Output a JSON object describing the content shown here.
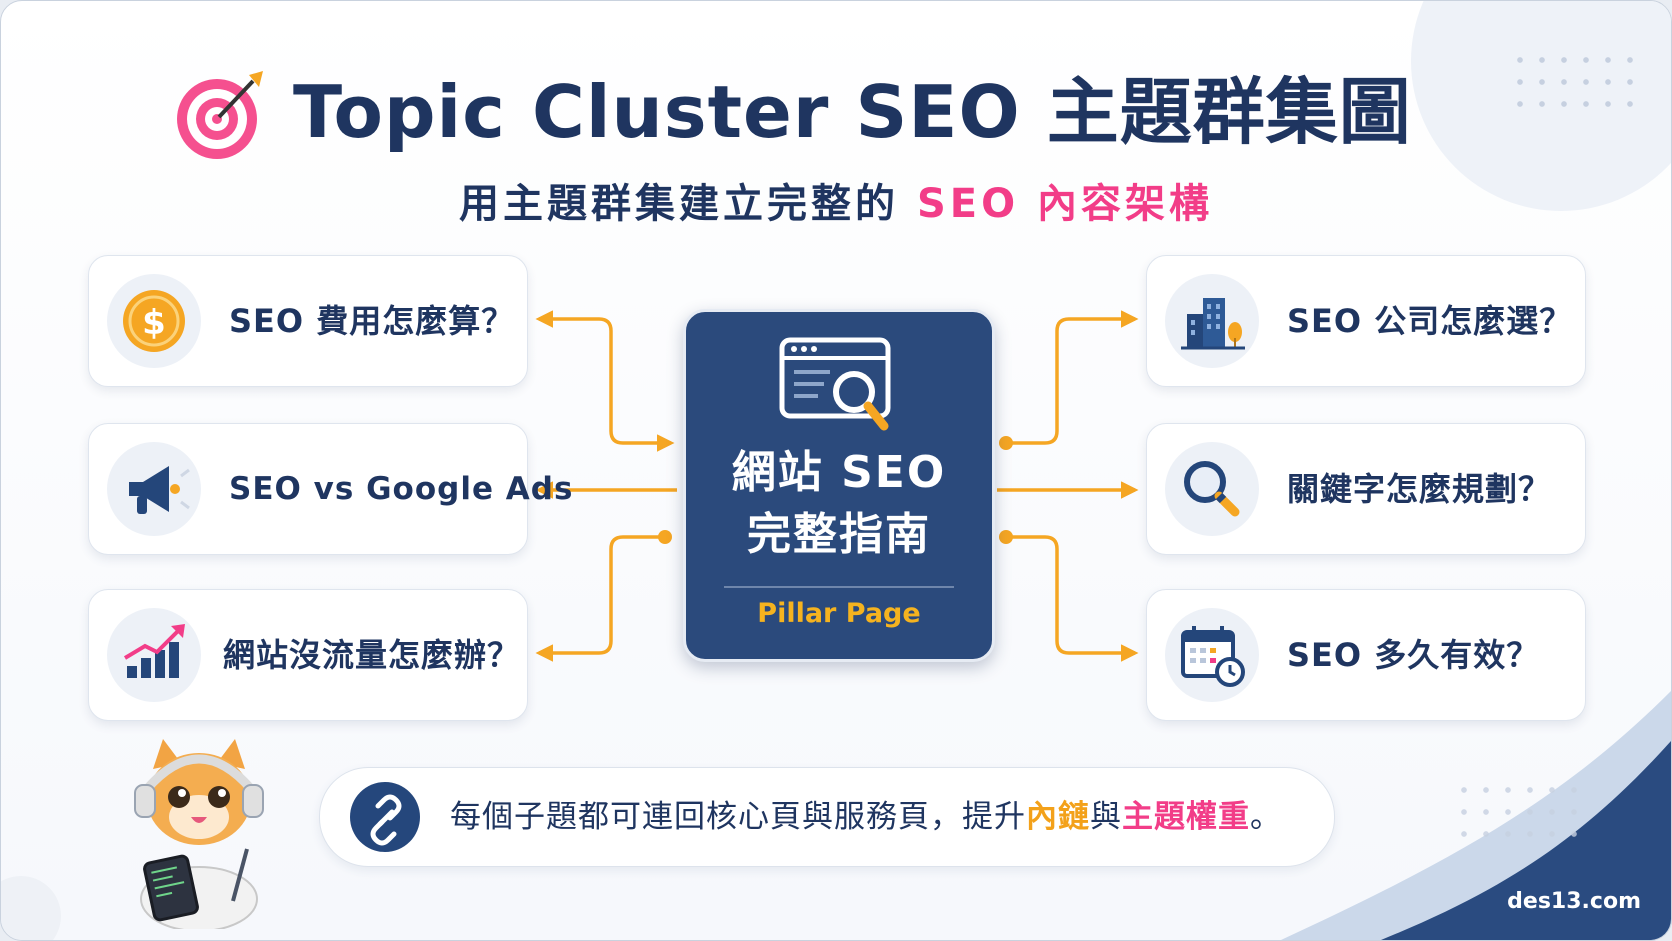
{
  "header": {
    "title": "Topic Cluster SEO 主題群集圖",
    "subtitle_main": "用主題群集建立完整的",
    "subtitle_highlight": "SEO 內容架構"
  },
  "pillar": {
    "title_line1": "網站 SEO",
    "title_line2": "完整指南",
    "subtitle": "Pillar Page"
  },
  "left_topics": [
    {
      "label": "SEO 費用怎麼算？",
      "icon": "dollar-coin-icon"
    },
    {
      "label": "SEO vs Google Ads",
      "icon": "megaphone-icon"
    },
    {
      "label": "網站沒流量怎麼辦？",
      "icon": "rising-chart-icon"
    }
  ],
  "right_topics": [
    {
      "label": "SEO 公司怎麼選？",
      "icon": "building-icon"
    },
    {
      "label": "關鍵字怎麼規劃？",
      "icon": "magnifier-icon"
    },
    {
      "label": "SEO 多久有效？",
      "icon": "calendar-clock-icon"
    }
  ],
  "note": {
    "prefix": "每個子題都可連回核心頁與服務頁，提升",
    "orange": "內鏈",
    "middle": "與",
    "pink": "主題權重",
    "suffix": "。",
    "icon": "chain-link-icon"
  },
  "footer": {
    "site": "des13.com"
  },
  "colors": {
    "navy": "#2b4a7c",
    "text": "#1f3560",
    "orange": "#f5a623",
    "pink": "#f23d88"
  }
}
